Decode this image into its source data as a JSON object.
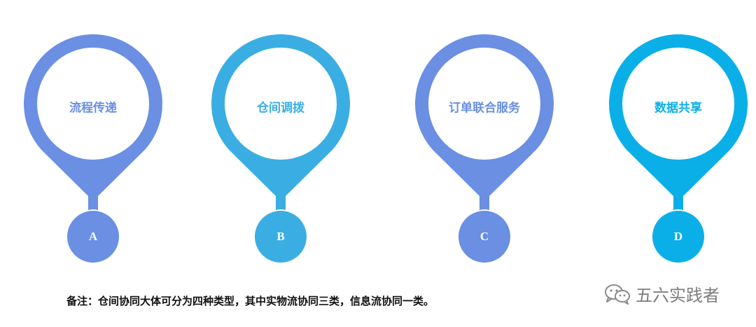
{
  "pins": [
    {
      "label": "流程传递",
      "letter": "A",
      "color": "#6a8fe3"
    },
    {
      "label": "仓间调拨",
      "letter": "B",
      "color": "#3aaee3"
    },
    {
      "label": "订单联合服务",
      "letter": "C",
      "color": "#6a8fe3"
    },
    {
      "label": "数据共享",
      "letter": "D",
      "color": "#0bafe8"
    }
  ],
  "note": "备注：仓间协同大体可分为四种类型，其中实物流协同三类，信息流协同一类。",
  "watermark": {
    "icon": "wechat-icon",
    "text": "五六实践者"
  }
}
